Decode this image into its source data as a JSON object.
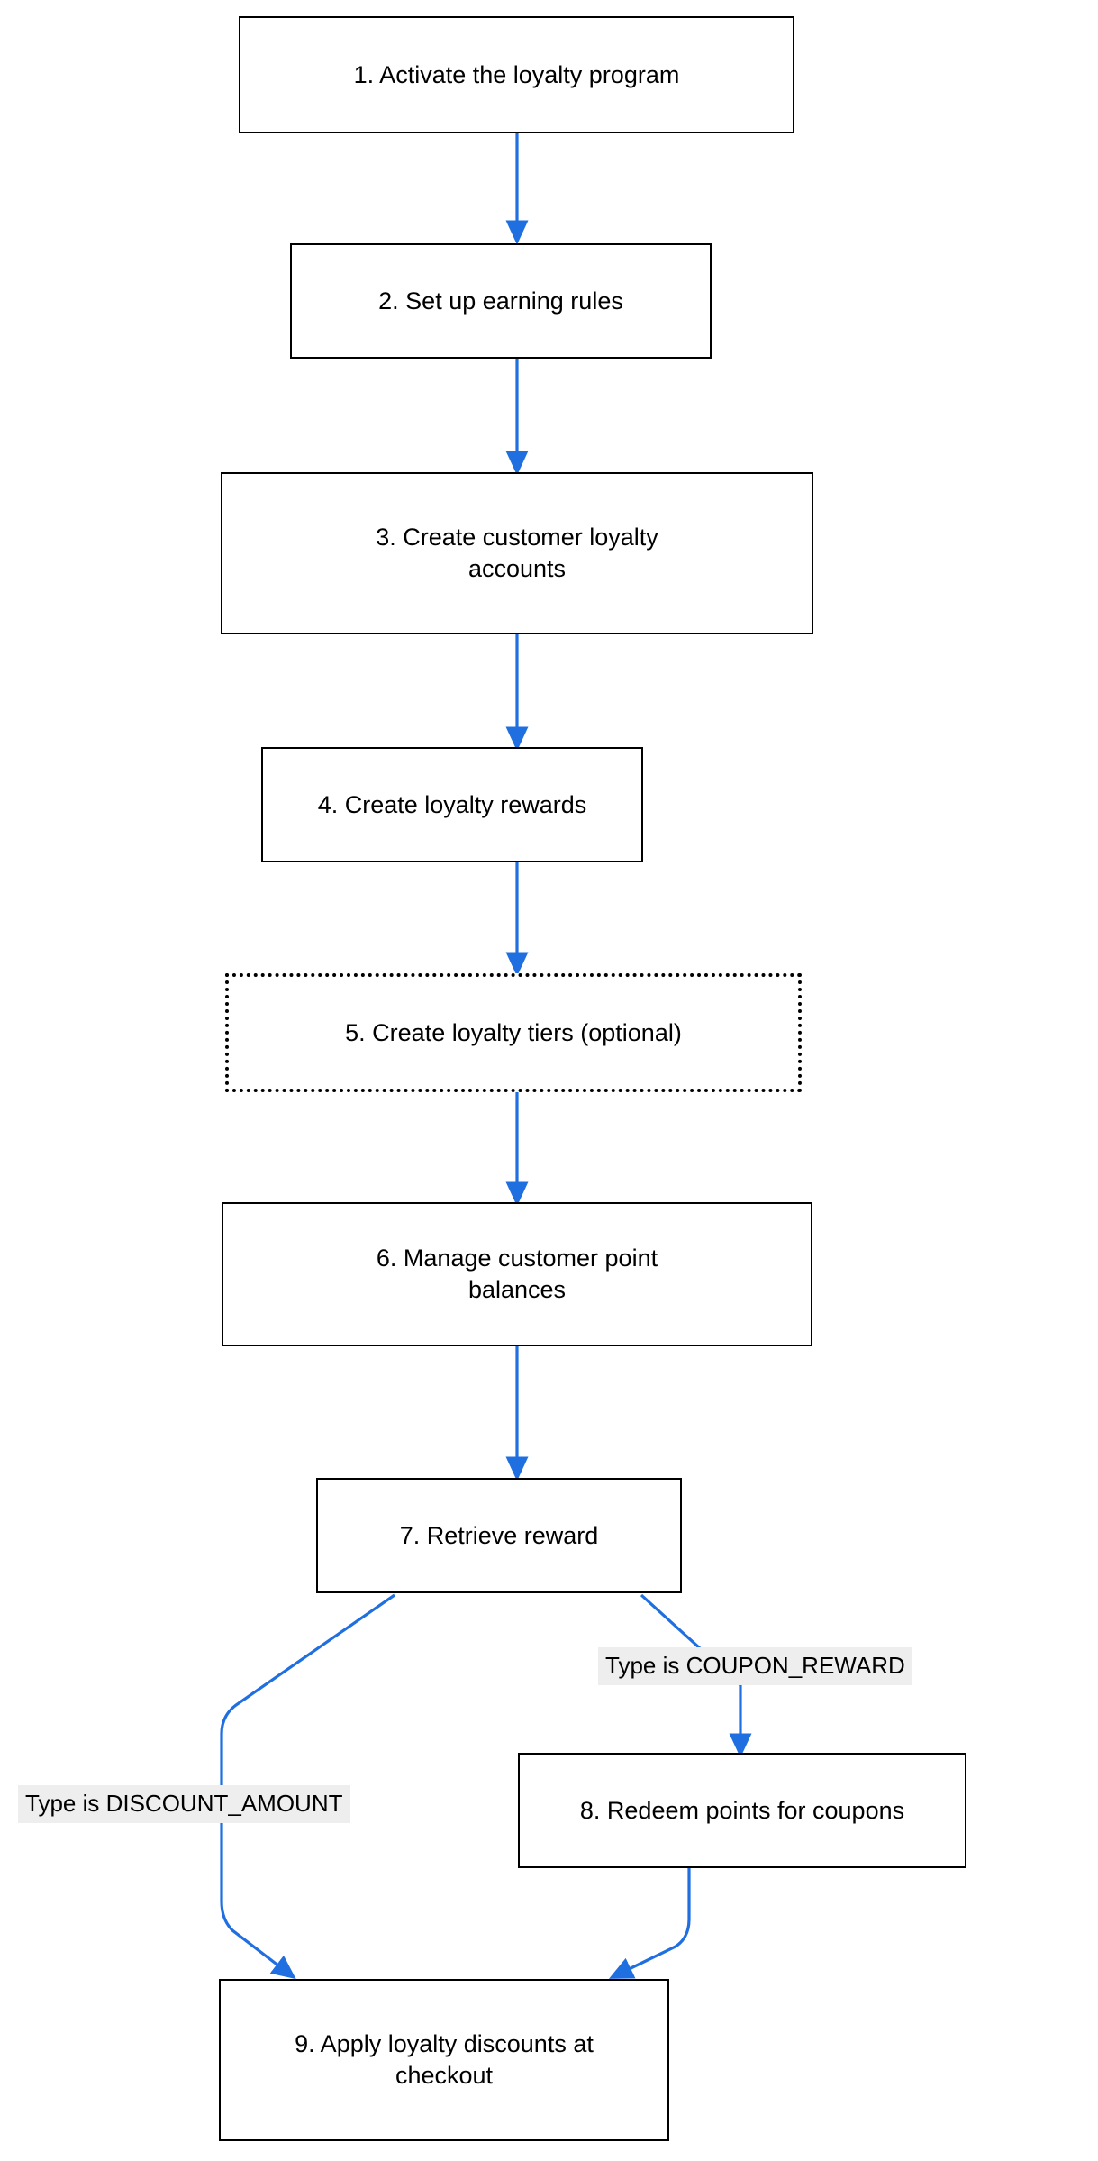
{
  "diagram": {
    "type": "flowchart",
    "orientation": "top-to-bottom",
    "background_color": "#ffffff",
    "node_border_color": "#000000",
    "node_fill_color": "#ffffff",
    "edge_color": "#1f6fe0",
    "edge_label_background": "#eeeeee",
    "nodes": [
      {
        "id": "n1",
        "label": "1. Activate the loyalty program",
        "shape": "rect",
        "border_style": "solid"
      },
      {
        "id": "n2",
        "label": "2. Set up earning rules",
        "shape": "rect",
        "border_style": "solid"
      },
      {
        "id": "n3",
        "label": "3. Create customer loyalty\naccounts",
        "shape": "rect",
        "border_style": "solid"
      },
      {
        "id": "n4",
        "label": "4. Create loyalty rewards",
        "shape": "rect",
        "border_style": "solid"
      },
      {
        "id": "n5",
        "label": "5. Create loyalty tiers (optional)",
        "shape": "rect",
        "border_style": "dotted"
      },
      {
        "id": "n6",
        "label": "6. Manage customer point\nbalances",
        "shape": "rect",
        "border_style": "solid"
      },
      {
        "id": "n7",
        "label": "7. Retrieve reward",
        "shape": "rect",
        "border_style": "solid"
      },
      {
        "id": "n8",
        "label": "8. Redeem points for coupons",
        "shape": "rect",
        "border_style": "solid"
      },
      {
        "id": "n9",
        "label": "9. Apply loyalty discounts at\ncheckout",
        "shape": "rect",
        "border_style": "solid"
      }
    ],
    "edges": [
      {
        "from": "n1",
        "to": "n2",
        "label": ""
      },
      {
        "from": "n2",
        "to": "n3",
        "label": ""
      },
      {
        "from": "n3",
        "to": "n4",
        "label": ""
      },
      {
        "from": "n4",
        "to": "n5",
        "label": ""
      },
      {
        "from": "n5",
        "to": "n6",
        "label": ""
      },
      {
        "from": "n6",
        "to": "n7",
        "label": ""
      },
      {
        "from": "n7",
        "to": "n9",
        "label": "Type is DISCOUNT_AMOUNT"
      },
      {
        "from": "n7",
        "to": "n8",
        "label": "Type is COUPON_REWARD"
      },
      {
        "from": "n8",
        "to": "n9",
        "label": ""
      }
    ],
    "edge_labels": {
      "discount": "Type is DISCOUNT_AMOUNT",
      "coupon": "Type is COUPON_REWARD"
    }
  }
}
